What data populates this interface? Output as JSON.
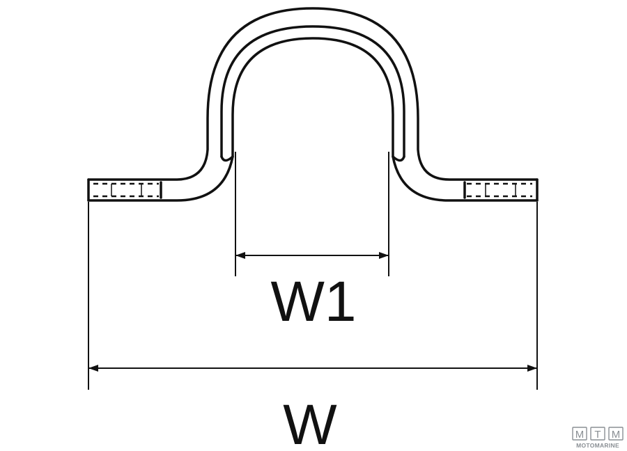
{
  "diagram": {
    "dimension_w1_label": "W1",
    "dimension_w_label": "W"
  },
  "logo": {
    "letters": [
      "M",
      "T",
      "M"
    ],
    "name": "MOTOMARINE"
  },
  "colors": {
    "line": "#111111",
    "background": "#ffffff",
    "logo_gray": "#8a8f94"
  }
}
